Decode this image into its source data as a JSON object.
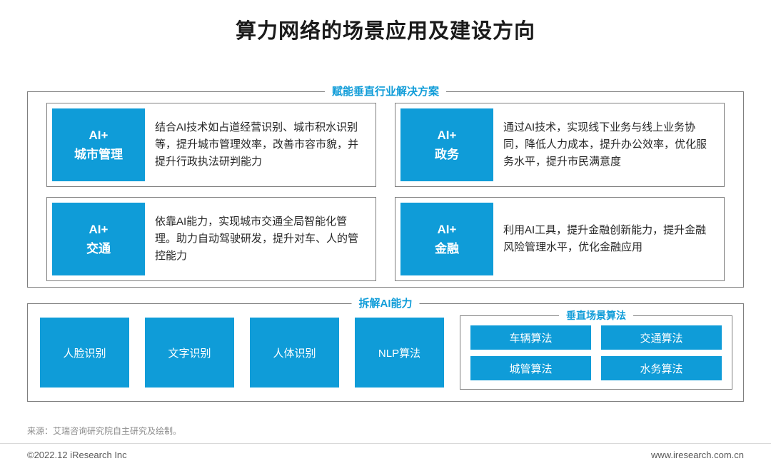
{
  "page": {
    "title": "算力网络的场景应用及建设方向",
    "source_note": "来源：艾瑞咨询研究院自主研究及绘制。",
    "footer": {
      "left": "©2022.12 iResearch Inc",
      "right": "www.iresearch.com.cn"
    }
  },
  "colors": {
    "accent_blue": "#0F9CD8",
    "border_gray": "#7F7F7F",
    "text_dark": "#262626"
  },
  "solutions": {
    "label": "赋能垂直行业解决方案",
    "cards": [
      {
        "tag_line1": "AI+",
        "tag_line2": "城市管理",
        "desc": "结合AI技术如占道经营识别、城市积水识别等，提升城市管理效率，改善市容市貌，并提升行政执法研判能力"
      },
      {
        "tag_line1": "AI+",
        "tag_line2": "政务",
        "desc": "通过AI技术，实现线下业务与线上业务协同，降低人力成本，提升办公效率，优化服务水平，提升市民满意度"
      },
      {
        "tag_line1": "AI+",
        "tag_line2": "交通",
        "desc": "依靠AI能力，实现城市交通全局智能化管理。助力自动驾驶研发，提升对车、人的管控能力"
      },
      {
        "tag_line1": "AI+",
        "tag_line2": "金融",
        "desc": "利用AI工具，提升金融创新能力，提升金融风险管理水平，优化金融应用"
      }
    ]
  },
  "capabilities": {
    "label": "拆解AI能力",
    "items": [
      "人脸识别",
      "文字识别",
      "人体识别",
      "NLP算法"
    ],
    "vertical_algorithms": {
      "label": "垂直场景算法",
      "items": [
        "车辆算法",
        "交通算法",
        "城管算法",
        "水务算法"
      ]
    }
  }
}
